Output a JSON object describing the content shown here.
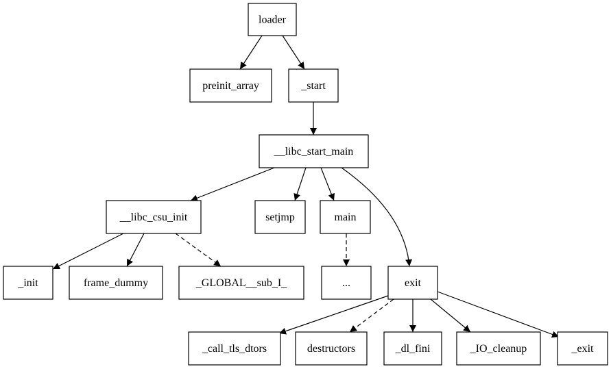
{
  "diagram": {
    "nodes": [
      {
        "id": "loader",
        "label": "loader"
      },
      {
        "id": "preinit_array",
        "label": "preinit_array"
      },
      {
        "id": "start",
        "label": "_start"
      },
      {
        "id": "libc_start_main",
        "label": "__libc_start_main"
      },
      {
        "id": "libc_csu_init",
        "label": "__libc_csu_init"
      },
      {
        "id": "setjmp",
        "label": "setjmp"
      },
      {
        "id": "main",
        "label": "main"
      },
      {
        "id": "init",
        "label": "_init"
      },
      {
        "id": "frame_dummy",
        "label": "frame_dummy"
      },
      {
        "id": "global_sub_i",
        "label": "_GLOBAL__sub_I_"
      },
      {
        "id": "ellipsis",
        "label": "..."
      },
      {
        "id": "exit",
        "label": "exit"
      },
      {
        "id": "call_tls_dtors",
        "label": "_call_tls_dtors"
      },
      {
        "id": "destructors",
        "label": "destructors"
      },
      {
        "id": "dl_fini",
        "label": "_dl_fini"
      },
      {
        "id": "io_cleanup",
        "label": "_IO_cleanup"
      },
      {
        "id": "_exit",
        "label": "_exit"
      }
    ],
    "edges": [
      {
        "from": "loader",
        "to": "preinit_array",
        "style": "solid"
      },
      {
        "from": "loader",
        "to": "start",
        "style": "solid"
      },
      {
        "from": "start",
        "to": "libc_start_main",
        "style": "solid"
      },
      {
        "from": "libc_start_main",
        "to": "libc_csu_init",
        "style": "solid"
      },
      {
        "from": "libc_start_main",
        "to": "setjmp",
        "style": "solid"
      },
      {
        "from": "libc_start_main",
        "to": "main",
        "style": "solid"
      },
      {
        "from": "libc_start_main",
        "to": "exit",
        "style": "solid"
      },
      {
        "from": "libc_csu_init",
        "to": "init",
        "style": "solid"
      },
      {
        "from": "libc_csu_init",
        "to": "frame_dummy",
        "style": "solid"
      },
      {
        "from": "libc_csu_init",
        "to": "global_sub_i",
        "style": "dashed"
      },
      {
        "from": "main",
        "to": "ellipsis",
        "style": "dashed"
      },
      {
        "from": "exit",
        "to": "call_tls_dtors",
        "style": "solid"
      },
      {
        "from": "exit",
        "to": "destructors",
        "style": "dashed"
      },
      {
        "from": "exit",
        "to": "dl_fini",
        "style": "solid"
      },
      {
        "from": "exit",
        "to": "io_cleanup",
        "style": "solid"
      },
      {
        "from": "exit",
        "to": "_exit",
        "style": "solid"
      }
    ]
  }
}
